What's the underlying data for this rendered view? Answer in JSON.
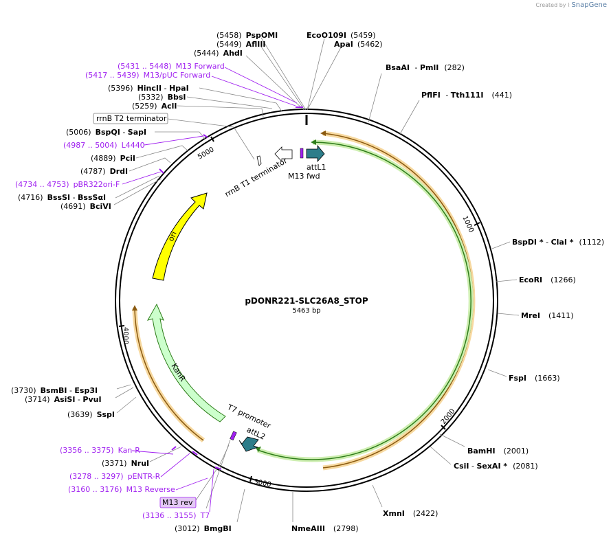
{
  "credit": {
    "text": "Created by",
    "brand": "SnapGene",
    "icon": "snapgene-logo-icon"
  },
  "plasmid": {
    "name": "pDONR221-SLC26A8_STOP",
    "size": "5463 bp"
  },
  "colors": {
    "primer": "#a020f0",
    "ori": "#ffff00",
    "kanr": "#ccffcc",
    "att": "#2d7d8a",
    "orange_band": "#f0b050",
    "green_band": "#2e7d1a"
  },
  "ticks": [
    "1000",
    "2000",
    "3000",
    "4000",
    "5000"
  ],
  "sites": [
    {
      "pos": "(5458)",
      "name": "PspOMI"
    },
    {
      "pos": "(5449)",
      "name": "AflIII"
    },
    {
      "pos": "(5444)",
      "name": "AhdI"
    },
    {
      "name": "EcoO109I",
      "pos": "(5459)"
    },
    {
      "name": "ApaI",
      "pos": "(5462)"
    },
    {
      "name": "BsaAI",
      "name2": "PmlI",
      "pos": "(282)"
    },
    {
      "name": "PflFI",
      "name2": "Tth111I",
      "pos": "(441)"
    },
    {
      "pos": "(5396)",
      "name": "HincII",
      "name2": "HpaI"
    },
    {
      "pos": "(5332)",
      "name": "BbsI"
    },
    {
      "pos": "(5259)",
      "name": "AclI"
    },
    {
      "pos": "(5006)",
      "name": "BspQI",
      "name2": "SapI"
    },
    {
      "pos": "(4889)",
      "name": "PciI"
    },
    {
      "pos": "(4787)",
      "name": "DrdI"
    },
    {
      "pos": "(4716)",
      "name": "BssSI",
      "name2": "BssSαI"
    },
    {
      "pos": "(4691)",
      "name": "BciVI"
    },
    {
      "name": "BspDI *",
      "name2": "ClaI *",
      "pos": "(1112)"
    },
    {
      "name": "EcoRI",
      "pos": "(1266)"
    },
    {
      "name": "MreI",
      "pos": "(1411)"
    },
    {
      "name": "FspI",
      "pos": "(1663)"
    },
    {
      "name": "BamHI",
      "pos": "(2001)"
    },
    {
      "name": "CsiI",
      "name2": "SexAI *",
      "pos": "(2081)"
    },
    {
      "name": "XmnI",
      "pos": "(2422)"
    },
    {
      "name": "NmeAIII",
      "pos": "(2798)"
    },
    {
      "pos": "(3012)",
      "name": "BmgBI"
    },
    {
      "pos": "(3730)",
      "name": "BsmBI",
      "name2": "Esp3I"
    },
    {
      "pos": "(3714)",
      "name": "AsiSI",
      "name2": "PvuI"
    },
    {
      "pos": "(3639)",
      "name": "SspI"
    },
    {
      "pos": "(3371)",
      "name": "NruI"
    }
  ],
  "primers": [
    {
      "range": "(5431 .. 5448)",
      "name": "M13 Forward"
    },
    {
      "range": "(5417 .. 5439)",
      "name": "M13/pUC Forward"
    },
    {
      "range": "(4987 .. 5004)",
      "name": "L4440"
    },
    {
      "range": "(4734 .. 4753)",
      "name": "pBR322ori-F"
    },
    {
      "range": "(3356 .. 3375)",
      "name": "Kan-R"
    },
    {
      "range": "(3278 .. 3297)",
      "name": "pENTR-R"
    },
    {
      "range": "(3160 .. 3176)",
      "name": "M13 Reverse"
    },
    {
      "range": "(3136 .. 3155)",
      "name": "T7"
    }
  ],
  "boxed": {
    "rrnb_t2": "rrnB T2 terminator",
    "m13_rev": "M13 rev"
  },
  "features": {
    "rrnb_t1": "rrnB T1 terminator",
    "attl1": "attL1",
    "m13fwd": "M13 fwd",
    "ori": "ori",
    "kanr": "KanR",
    "t7": "T7 promoter",
    "attl2": "attL2"
  }
}
